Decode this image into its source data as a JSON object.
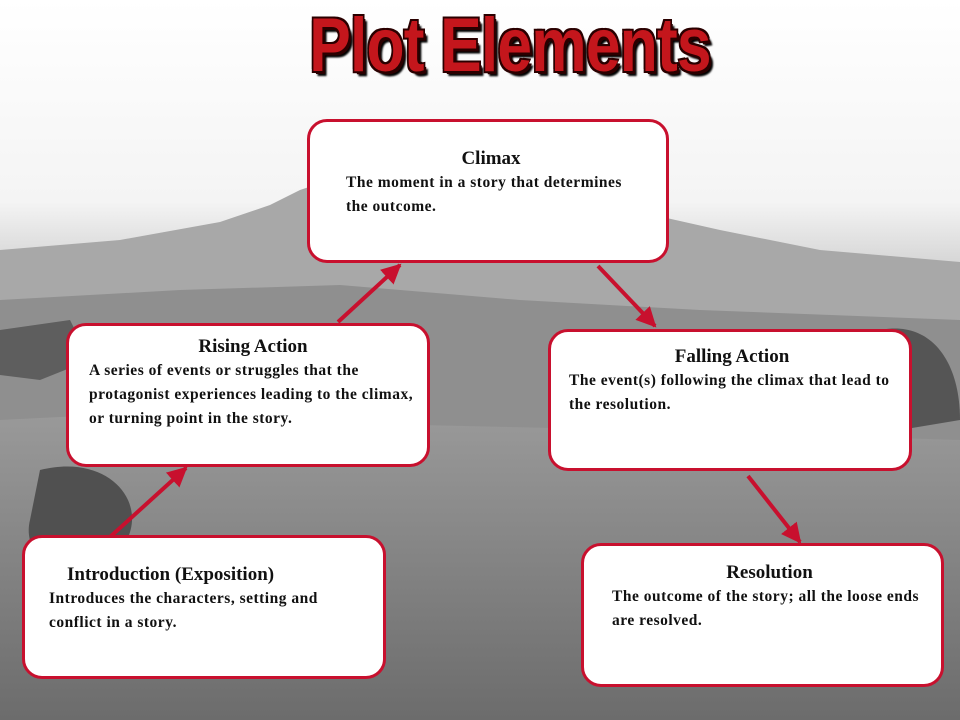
{
  "title": "Plot Elements",
  "colors": {
    "accent": "#c8102e",
    "arrow": "#c8102e"
  },
  "elements": {
    "climax": {
      "heading": "Climax",
      "text": "The moment in a story that determines the outcome."
    },
    "rising_action": {
      "heading": "Rising Action",
      "text": "A series of events or struggles that the protagonist experiences leading to the climax, or turning point in the story."
    },
    "falling_action": {
      "heading": "Falling Action",
      "text": "The event(s) following the climax that lead to the resolution."
    },
    "introduction": {
      "heading": "Introduction (Exposition)",
      "text": "Introduces the characters, setting and conflict in a story."
    },
    "resolution": {
      "heading": "Resolution",
      "text": "The outcome of the story; all the loose ends are resolved."
    }
  },
  "background_image": "grayscale landscape photo with a hill"
}
